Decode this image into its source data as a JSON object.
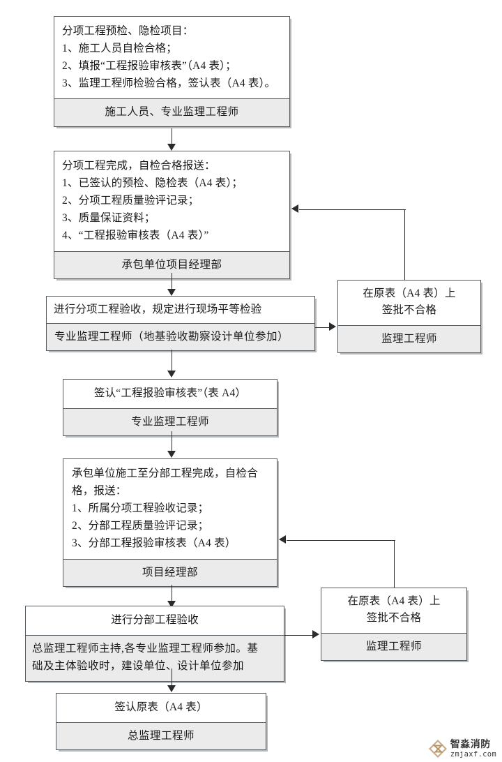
{
  "diagram": {
    "title": "分项工程与分部工程验收流程图",
    "colors": {
      "box_border": "#555a5e",
      "role_fill": "#ebebeb",
      "body_fill": "#ffffff",
      "line": "#2b2b2b",
      "page_bg": "#ffffff"
    }
  },
  "nodes": {
    "n1": {
      "body_lines": [
        "分项工程预检、隐检项目：",
        "1、施工人员自检合格；",
        "2、填报“工程报验审核表”（A4 表）；",
        "3、监理工程师检验合格，签认表（A4 表）。"
      ],
      "role": "施工人员、专业监理工程师"
    },
    "n2": {
      "body_lines": [
        "分项工程完成，自检合格报送：",
        "1、已签认的预检、隐检表（A4 表）；",
        "2、分项工程质量验评记录；",
        "3、质量保证资料；",
        "4、“工程报验审核表（A4 表）”"
      ],
      "role": "承包单位项目经理部"
    },
    "n3": {
      "body_lines": [
        "进行分项工程验收，规定进行现场平等检验"
      ],
      "role": "专业监理工程师（地基验收勘察设计单位参加）"
    },
    "n4": {
      "body_lines": [
        "签认“工程报验审核表”（表 A4）"
      ],
      "role": "专业监理工程师"
    },
    "n5": {
      "body_lines": [
        "承包单位施工至分部工程完成，自检合",
        "格，报送：",
        "1、所属分项工程验收记录；",
        "2、分部工程质量验评记录；",
        "3、分部工程报验审核表（A4 表）"
      ],
      "role": "项目经理部"
    },
    "n6": {
      "body_lines": [
        "进行分部工程验收"
      ],
      "role_lines": [
        "总监理工程师主持,各专业监理工程师参加。基",
        "础及主体验收时，建设单位、设计单位参加"
      ]
    },
    "n7": {
      "body_lines": [
        "签认原表（A4 表）"
      ],
      "role": "总监理工程师"
    },
    "r1": {
      "body_lines": [
        "在原表（A4 表）上",
        "签批不合格"
      ],
      "role": "监理工程师"
    },
    "r2": {
      "body_lines": [
        "在原表（A4 表）上",
        "签批不合格"
      ],
      "role": "监理工程师"
    }
  },
  "watermark": {
    "title": "智淼消防",
    "url": "zmjaxf.com",
    "logo_color": "#c8a882"
  }
}
